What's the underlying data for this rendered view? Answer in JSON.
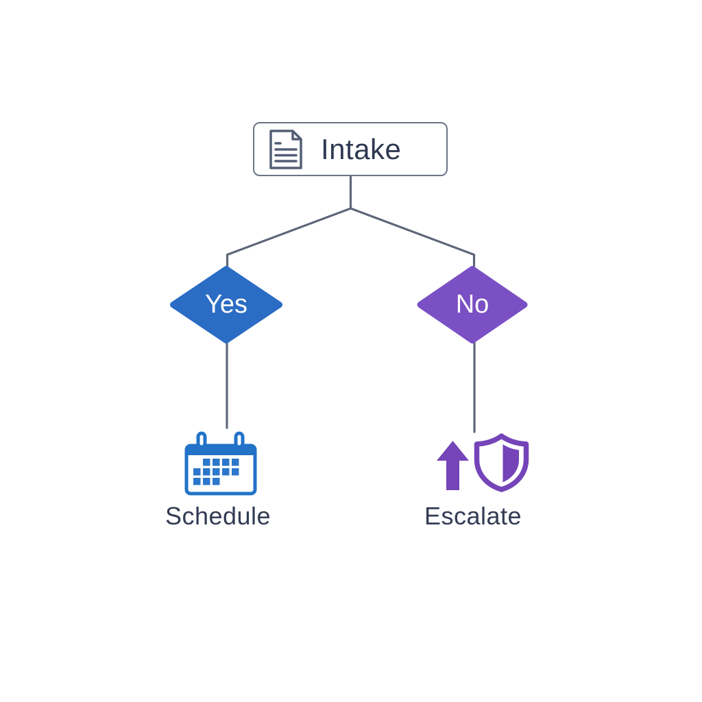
{
  "diagram": {
    "type": "flowchart",
    "background": "#ffffff",
    "connector_color": "#5e6778",
    "nodes": {
      "root": {
        "label": "Intake",
        "icon": "document-icon",
        "shape": "rounded-rectangle",
        "border_color": "#6b7484",
        "text_color": "#2e3851",
        "icon_color": "#525e74"
      },
      "yes": {
        "label": "Yes",
        "shape": "diamond",
        "fill": "#2b6cc4",
        "text_color": "#ffffff"
      },
      "no": {
        "label": "No",
        "shape": "diamond",
        "fill": "#7a50c4",
        "text_color": "#ffffff"
      },
      "schedule": {
        "label": "Schedule",
        "icon": "calendar-icon",
        "icon_color": "#2272c7",
        "text_color": "#333b54"
      },
      "escalate": {
        "label": "Escalate",
        "icon": "arrow-up-shield-icon",
        "icon_color": "#7444b8",
        "text_color": "#333b54"
      }
    },
    "edges": [
      {
        "from": "Intake",
        "to": "Yes"
      },
      {
        "from": "Intake",
        "to": "No"
      },
      {
        "from": "Yes",
        "to": "Schedule"
      },
      {
        "from": "No",
        "to": "Escalate"
      }
    ]
  }
}
